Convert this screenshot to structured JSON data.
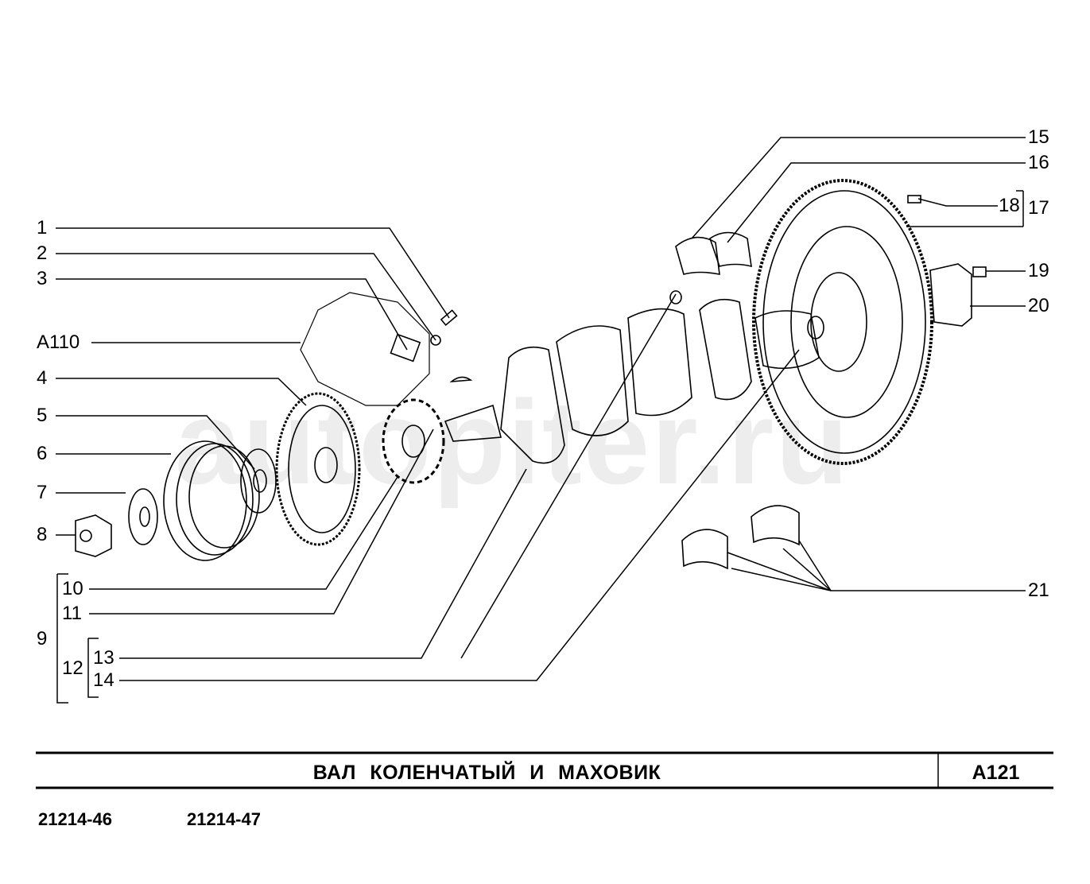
{
  "diagram": {
    "title": "ВАЛ  КОЛЕНЧАТЫЙ  И  МАХОВИК",
    "code": "А121",
    "watermark": "autopiter.ru",
    "models": [
      "21214-46",
      "21214-47"
    ],
    "callouts": {
      "c1": "1",
      "c2": "2",
      "c3": "3",
      "a110": "А110",
      "c4": "4",
      "c5": "5",
      "c6": "6",
      "c7": "7",
      "c8": "8",
      "c9": "9",
      "c10": "10",
      "c11": "11",
      "c12": "12",
      "c13": "13",
      "c14": "14",
      "c15": "15",
      "c16": "16",
      "c17": "17",
      "c18": "18",
      "c19": "19",
      "c20": "20",
      "c21": "21"
    }
  }
}
